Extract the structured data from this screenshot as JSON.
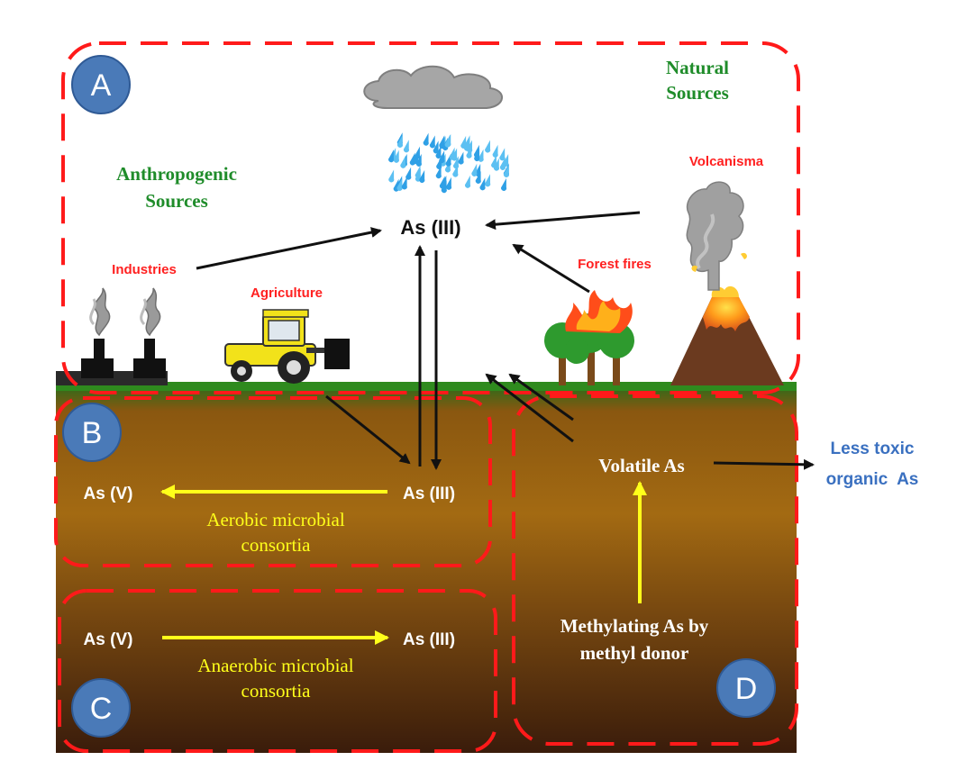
{
  "panels": {
    "a": "A",
    "b": "B",
    "c": "C",
    "d": "D"
  },
  "sources": {
    "natural_line1": "Natural",
    "natural_line2": "Sources",
    "anthropogenic_line1": "Anthropogenic",
    "anthropogenic_line2": "Sources",
    "industries": "Industries",
    "agriculture": "Agriculture",
    "forest_fires": "Forest fires",
    "volcanism": "Volcanisma"
  },
  "atmosphere": {
    "species": "As (III)"
  },
  "aerobic": {
    "left": "As (V)",
    "right": "As (III)",
    "label_line1": "Aerobic microbial",
    "label_line2": "consortia"
  },
  "anaerobic": {
    "left": "As (V)",
    "right": "As (III)",
    "label_line1": "Anaerobic microbial",
    "label_line2": "consortia"
  },
  "methylation": {
    "volatile": "Volatile As",
    "process_line1": "Methylating As by",
    "process_line2": "methyl donor",
    "product_line1": "Less toxic",
    "product_line2": "organic  As"
  },
  "colors": {
    "dashed_border": "#ff1a1a",
    "source_green": "#1f8c2a",
    "source_red": "#ff2020",
    "yellow_arrow": "#ffff1a",
    "circle_blue": "#4a7ab8",
    "product_blue": "#3a70c0",
    "soil_top": "#8f5a10",
    "soil_bottom": "#3b1d0c",
    "grass": "#2f8a1e"
  },
  "icons": [
    "cloud-icon",
    "rain-icon",
    "factory-icon",
    "tractor-icon",
    "tree-icon",
    "fire-icon",
    "volcano-icon"
  ]
}
